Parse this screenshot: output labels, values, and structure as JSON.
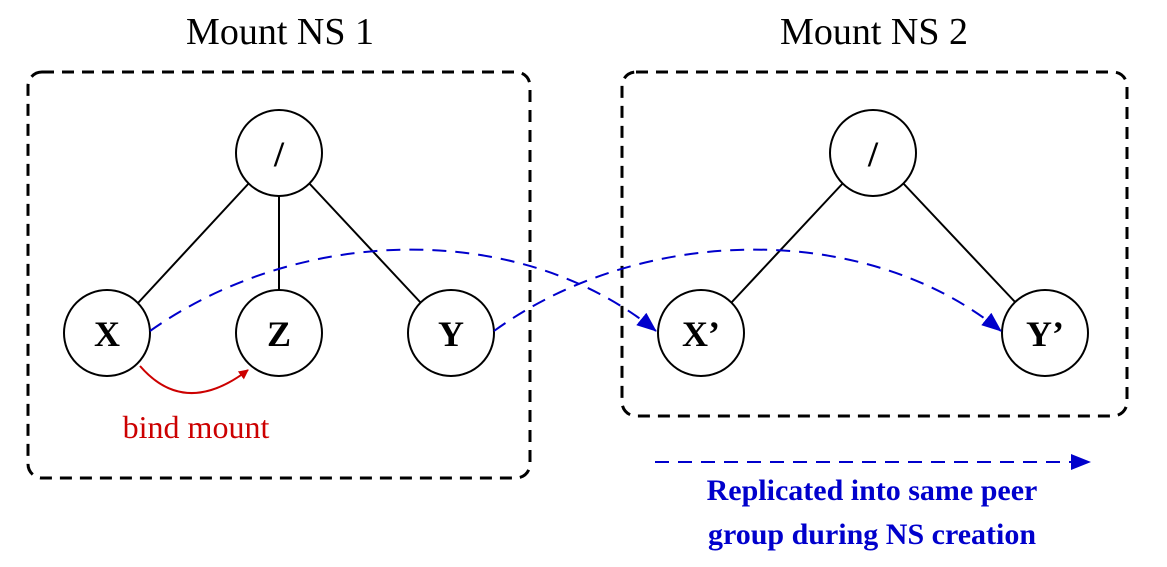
{
  "namespaces": [
    {
      "title": "Mount NS 1",
      "nodes": {
        "root": "/",
        "x": "X",
        "z": "Z",
        "y": "Y"
      }
    },
    {
      "title": "Mount NS 2",
      "nodes": {
        "root": "/",
        "x": "X’",
        "y": "Y’"
      }
    }
  ],
  "bind_mount": {
    "label": "bind mount",
    "color": "#cc0000"
  },
  "replication": {
    "legend_line1": "Replicated into same peer",
    "legend_line2": "group during NS creation",
    "color": "#0000cc"
  },
  "colors": {
    "outline": "#000000",
    "background": "#ffffff"
  }
}
